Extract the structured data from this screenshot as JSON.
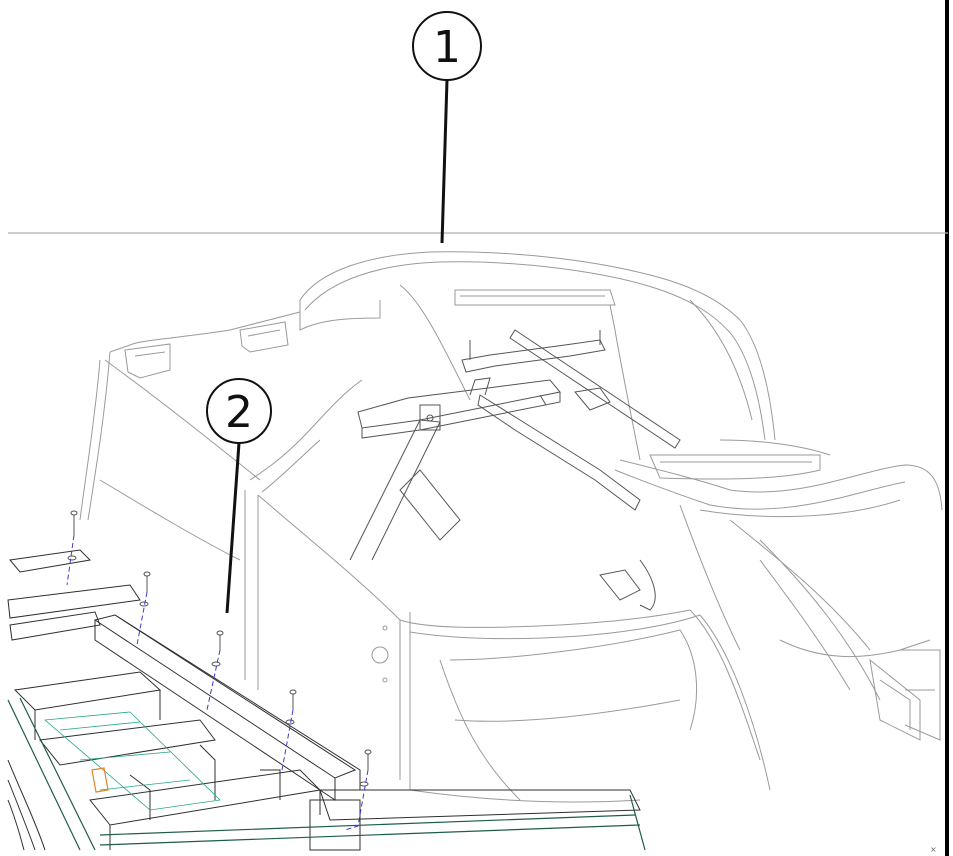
{
  "callouts": [
    {
      "label": "1",
      "target": "roof-canopy"
    },
    {
      "label": "2",
      "target": "rear-body-panel"
    }
  ],
  "corner_mark": "×",
  "colors": {
    "line": "#9a9a9a",
    "frame": "#2f2f2f",
    "green_frame": "#1f5c4a",
    "teal_detail": "#27a58a",
    "screw_axis": "#3b3bd1",
    "tag": "#e0872b",
    "border": "#000000"
  }
}
